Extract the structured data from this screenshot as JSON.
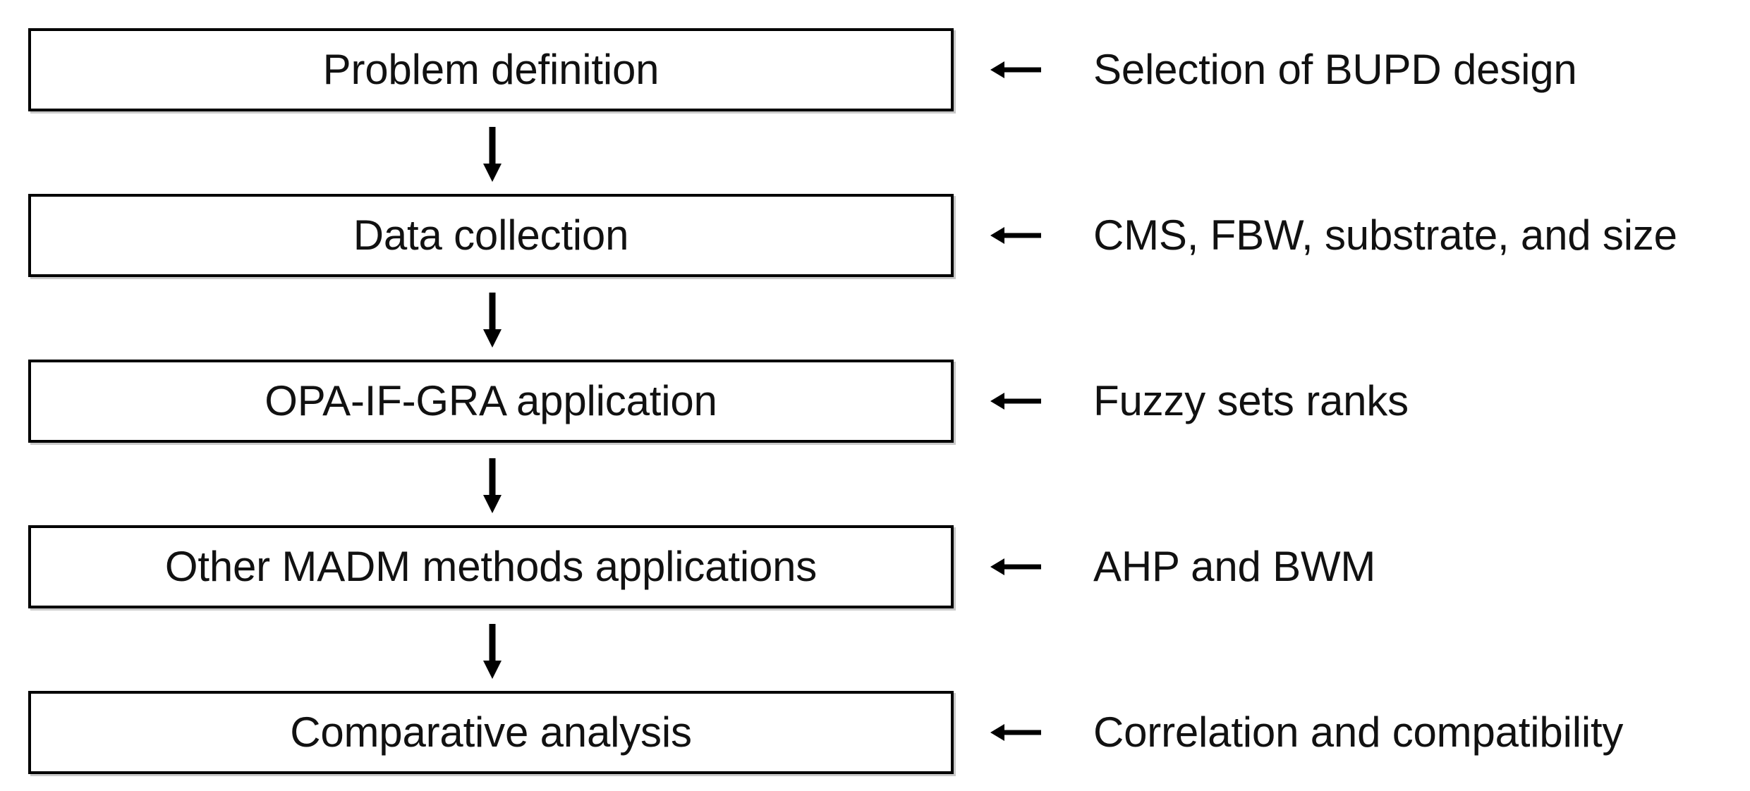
{
  "diagram": {
    "type": "flowchart",
    "orientation": "vertical",
    "title": "",
    "colors": {
      "box_border": "#000000",
      "box_fill": "#ffffff",
      "text": "#111111",
      "arrow": "#000000",
      "shadow": "#c9c9c9"
    },
    "steps": [
      {
        "id": "step-1",
        "label": "Problem definition",
        "annotation": "Selection of BUPD design",
        "arrow_icon": "arrow-left-icon"
      },
      {
        "id": "step-2",
        "label": "Data collection",
        "annotation": "CMS, FBW, substrate, and size",
        "arrow_icon": "arrow-left-icon"
      },
      {
        "id": "step-3",
        "label": "OPA-IF-GRA application",
        "annotation": "Fuzzy sets ranks",
        "arrow_icon": "arrow-left-icon"
      },
      {
        "id": "step-4",
        "label": "Other MADM methods applications",
        "annotation": "AHP and BWM",
        "arrow_icon": "arrow-left-icon"
      },
      {
        "id": "step-5",
        "label": "Comparative analysis",
        "annotation": "Correlation and compatibility",
        "arrow_icon": "arrow-left-icon"
      }
    ],
    "connectors": [
      {
        "from": "step-1",
        "to": "step-2",
        "icon": "arrow-down-icon"
      },
      {
        "from": "step-2",
        "to": "step-3",
        "icon": "arrow-down-icon"
      },
      {
        "from": "step-3",
        "to": "step-4",
        "icon": "arrow-down-icon"
      },
      {
        "from": "step-4",
        "to": "step-5",
        "icon": "arrow-down-icon"
      }
    ]
  }
}
